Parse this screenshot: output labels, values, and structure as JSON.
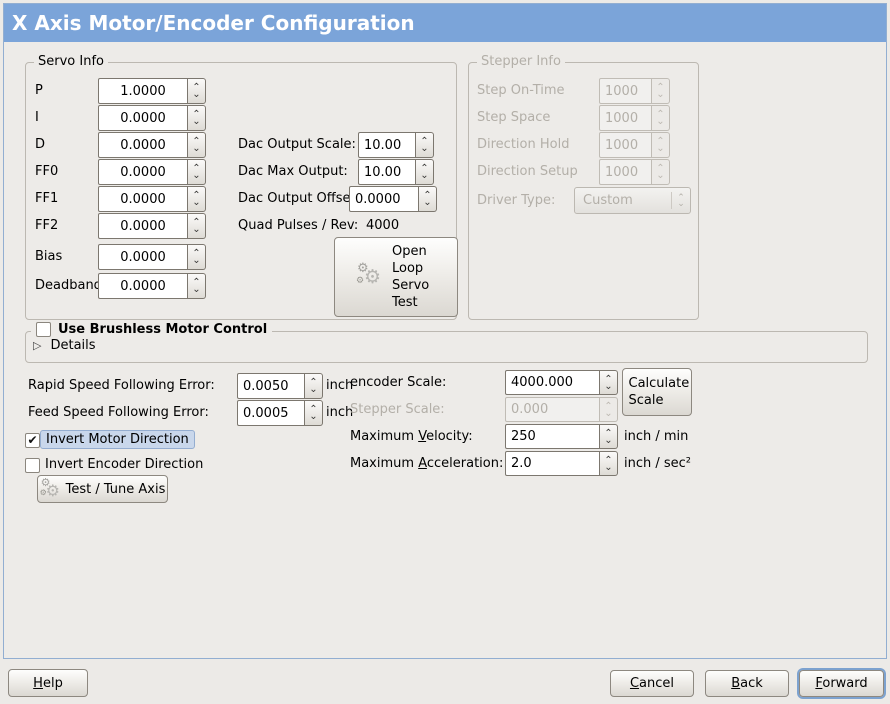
{
  "window": {
    "title": "X Axis Motor/Encoder Configuration"
  },
  "colors": {
    "titlebar_blue": "#7ba4d9",
    "panel_border_blue": "#92aed1",
    "background": "#edebe8",
    "focus_highlight": "#c9d7eb",
    "focus_ring": "#7da2cf",
    "disabled_text": "#b3afa8"
  },
  "servo_info": {
    "legend": "Servo Info",
    "fields": [
      {
        "label": "P",
        "value": "1.0000"
      },
      {
        "label": "I",
        "value": "0.0000"
      },
      {
        "label": "D",
        "value": "0.0000"
      },
      {
        "label": "FF0",
        "value": "0.0000"
      },
      {
        "label": "FF1",
        "value": "0.0000"
      },
      {
        "label": "FF2",
        "value": "0.0000"
      },
      {
        "label": "Bias",
        "value": "0.0000"
      },
      {
        "label": "Deadband",
        "value": "0.0000"
      }
    ],
    "dac_fields": [
      {
        "label": "Dac Output Scale:",
        "value": "10.00"
      },
      {
        "label": "Dac Max Output:",
        "value": "10.00"
      },
      {
        "label": "Dac Output Offset:",
        "value": "0.0000"
      }
    ],
    "quad_label": "Quad Pulses / Rev:",
    "quad_value": "4000",
    "open_loop_button": "Open Loop Servo Test"
  },
  "stepper_info": {
    "legend": "Stepper Info",
    "fields": [
      {
        "label": "Step On-Time",
        "value": "1000"
      },
      {
        "label": "Step Space",
        "value": "1000"
      },
      {
        "label": "Direction Hold",
        "value": "1000"
      },
      {
        "label": "Direction Setup",
        "value": "1000"
      }
    ],
    "driver_type": {
      "label": "Driver Type:",
      "value": "Custom"
    }
  },
  "brushless": {
    "label": "Use Brushless Motor Control",
    "checked": false,
    "details_label": "Details"
  },
  "following_error": {
    "rapid": {
      "label": "Rapid Speed Following Error:",
      "value": "0.0050",
      "unit": "inch"
    },
    "feed": {
      "label": "Feed Speed Following Error:",
      "value": "0.0005",
      "unit": "inch"
    }
  },
  "invert": {
    "motor": {
      "label": "Invert Motor Direction",
      "checked": true
    },
    "encoder": {
      "label": "Invert Encoder Direction",
      "checked": false
    }
  },
  "test_tune_button": "Test / Tune Axis",
  "scaling": {
    "encoder": {
      "label": "encoder Scale:",
      "value": "4000.000"
    },
    "stepper": {
      "label": "Stepper Scale:",
      "value": "0.000"
    },
    "velocity": {
      "label_pre": "Maximum ",
      "label_mn": "V",
      "label_post": "elocity:",
      "value": "250",
      "unit": "inch / min"
    },
    "acceleration": {
      "label_pre": "Maximum ",
      "label_mn": "A",
      "label_post": "cceleration:",
      "value": "2.0",
      "unit": "inch / sec²"
    },
    "calculate_button": "Calculate Scale"
  },
  "footer": {
    "help": {
      "mn": "H",
      "rest": "elp"
    },
    "cancel": {
      "mn": "C",
      "rest": "ancel"
    },
    "back": {
      "mn": "B",
      "rest": "ack"
    },
    "forward": {
      "mn": "F",
      "rest": "orward"
    }
  }
}
